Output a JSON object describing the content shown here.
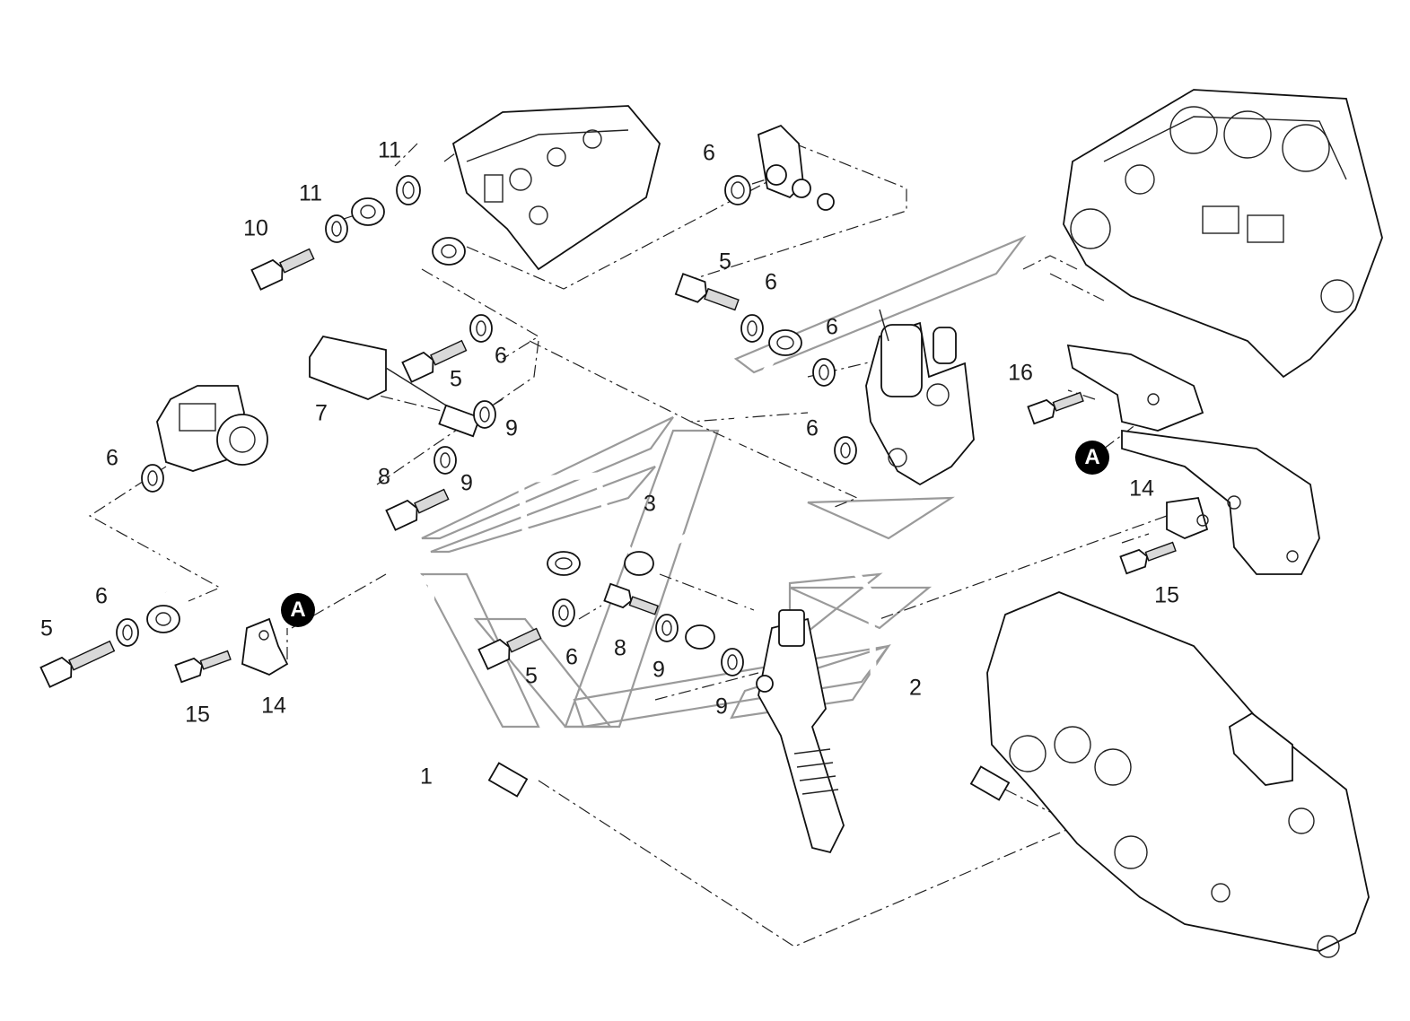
{
  "diagram": {
    "callouts": [
      {
        "id": "c-11a",
        "label": "11"
      },
      {
        "id": "c-11b",
        "label": "11"
      },
      {
        "id": "c-10",
        "label": "10"
      },
      {
        "id": "c-6a",
        "label": "6"
      },
      {
        "id": "c-5a",
        "label": "5"
      },
      {
        "id": "c-6b",
        "label": "6"
      },
      {
        "id": "c-6c",
        "label": "6"
      },
      {
        "id": "c-5b",
        "label": "5"
      },
      {
        "id": "c-6d",
        "label": "6"
      },
      {
        "id": "c-7",
        "label": "7"
      },
      {
        "id": "c-9a",
        "label": "9"
      },
      {
        "id": "c-6e",
        "label": "6"
      },
      {
        "id": "c-6f",
        "label": "6"
      },
      {
        "id": "c-8a",
        "label": "8"
      },
      {
        "id": "c-9b",
        "label": "9"
      },
      {
        "id": "c-3",
        "label": "3"
      },
      {
        "id": "c-16",
        "label": "16"
      },
      {
        "id": "c-14a",
        "label": "14"
      },
      {
        "id": "c-15a",
        "label": "15"
      },
      {
        "id": "c-6g",
        "label": "6"
      },
      {
        "id": "c-5c",
        "label": "5"
      },
      {
        "id": "c-5d",
        "label": "5"
      },
      {
        "id": "c-6h",
        "label": "6"
      },
      {
        "id": "c-8b",
        "label": "8"
      },
      {
        "id": "c-9c",
        "label": "9"
      },
      {
        "id": "c-9d",
        "label": "9"
      },
      {
        "id": "c-2",
        "label": "2"
      },
      {
        "id": "c-15b",
        "label": "15"
      },
      {
        "id": "c-14b",
        "label": "14"
      },
      {
        "id": "c-1",
        "label": "1"
      }
    ],
    "markers": [
      {
        "id": "m-a1",
        "label": "A"
      },
      {
        "id": "m-a2",
        "label": "A"
      }
    ]
  }
}
